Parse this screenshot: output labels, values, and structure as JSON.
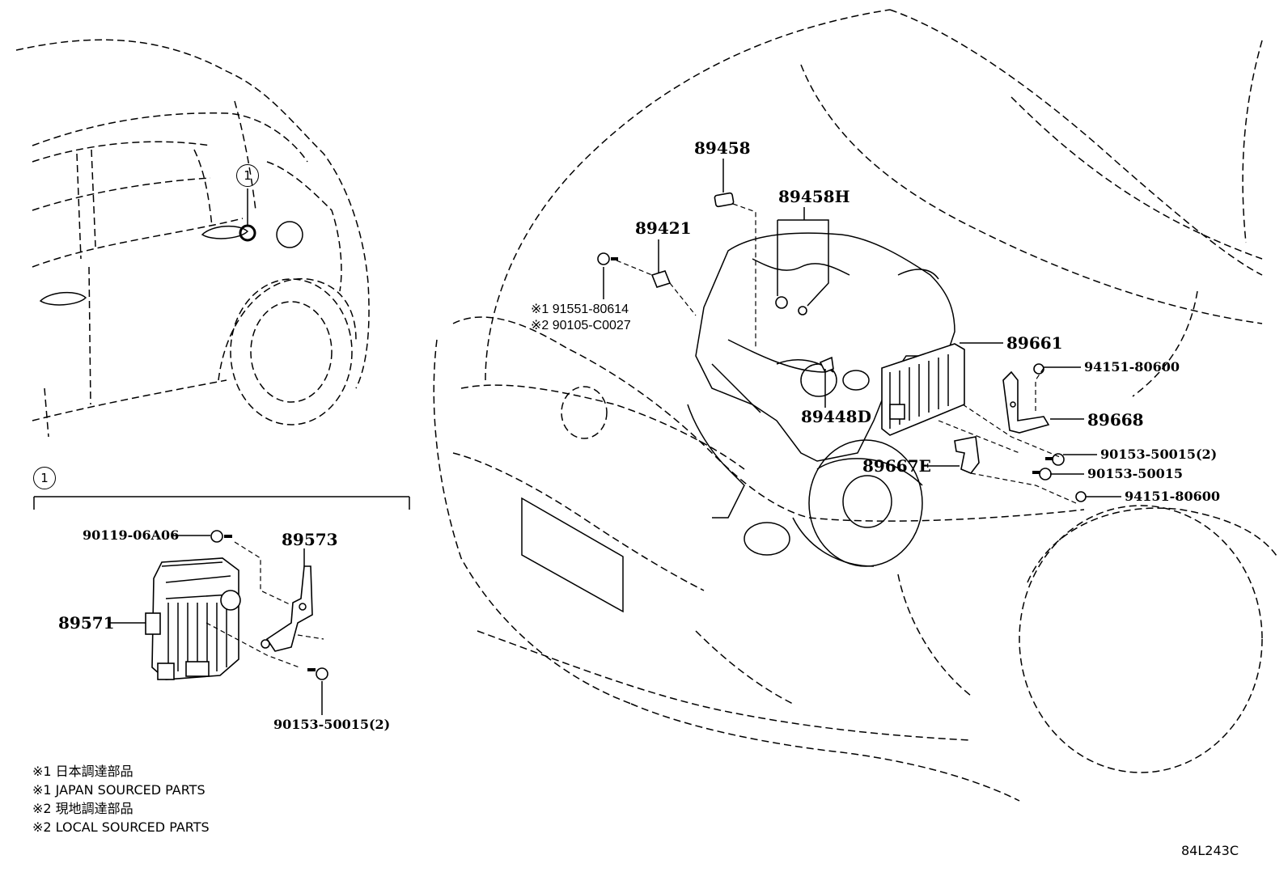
{
  "callout_marker": "1",
  "detail_box": {
    "marker": "1"
  },
  "parts": {
    "p89458": "89458",
    "p89458h": "89458H",
    "p89421": "89421",
    "note1_code": "※1 91551-80614",
    "note2_code": "※2 90105-C0027",
    "p89661": "89661",
    "p94151_a": "94151-80600",
    "p89668": "89668",
    "p89448d": "89448D",
    "p90153_a": "90153-50015(2)",
    "p89667e": "89667E",
    "p90153_b": "90153-50015",
    "p94151_b": "94151-80600",
    "p90119": "90119-06A06",
    "p89573": "89573",
    "p89571": "89571",
    "p90153_c": "90153-50015(2)"
  },
  "legend": [
    "※1 日本調達部品",
    "※1 JAPAN SOURCED PARTS",
    "※2 現地調達部品",
    "※2 LOCAL SOURCED PARTS"
  ],
  "diagram_code": "84L243C"
}
